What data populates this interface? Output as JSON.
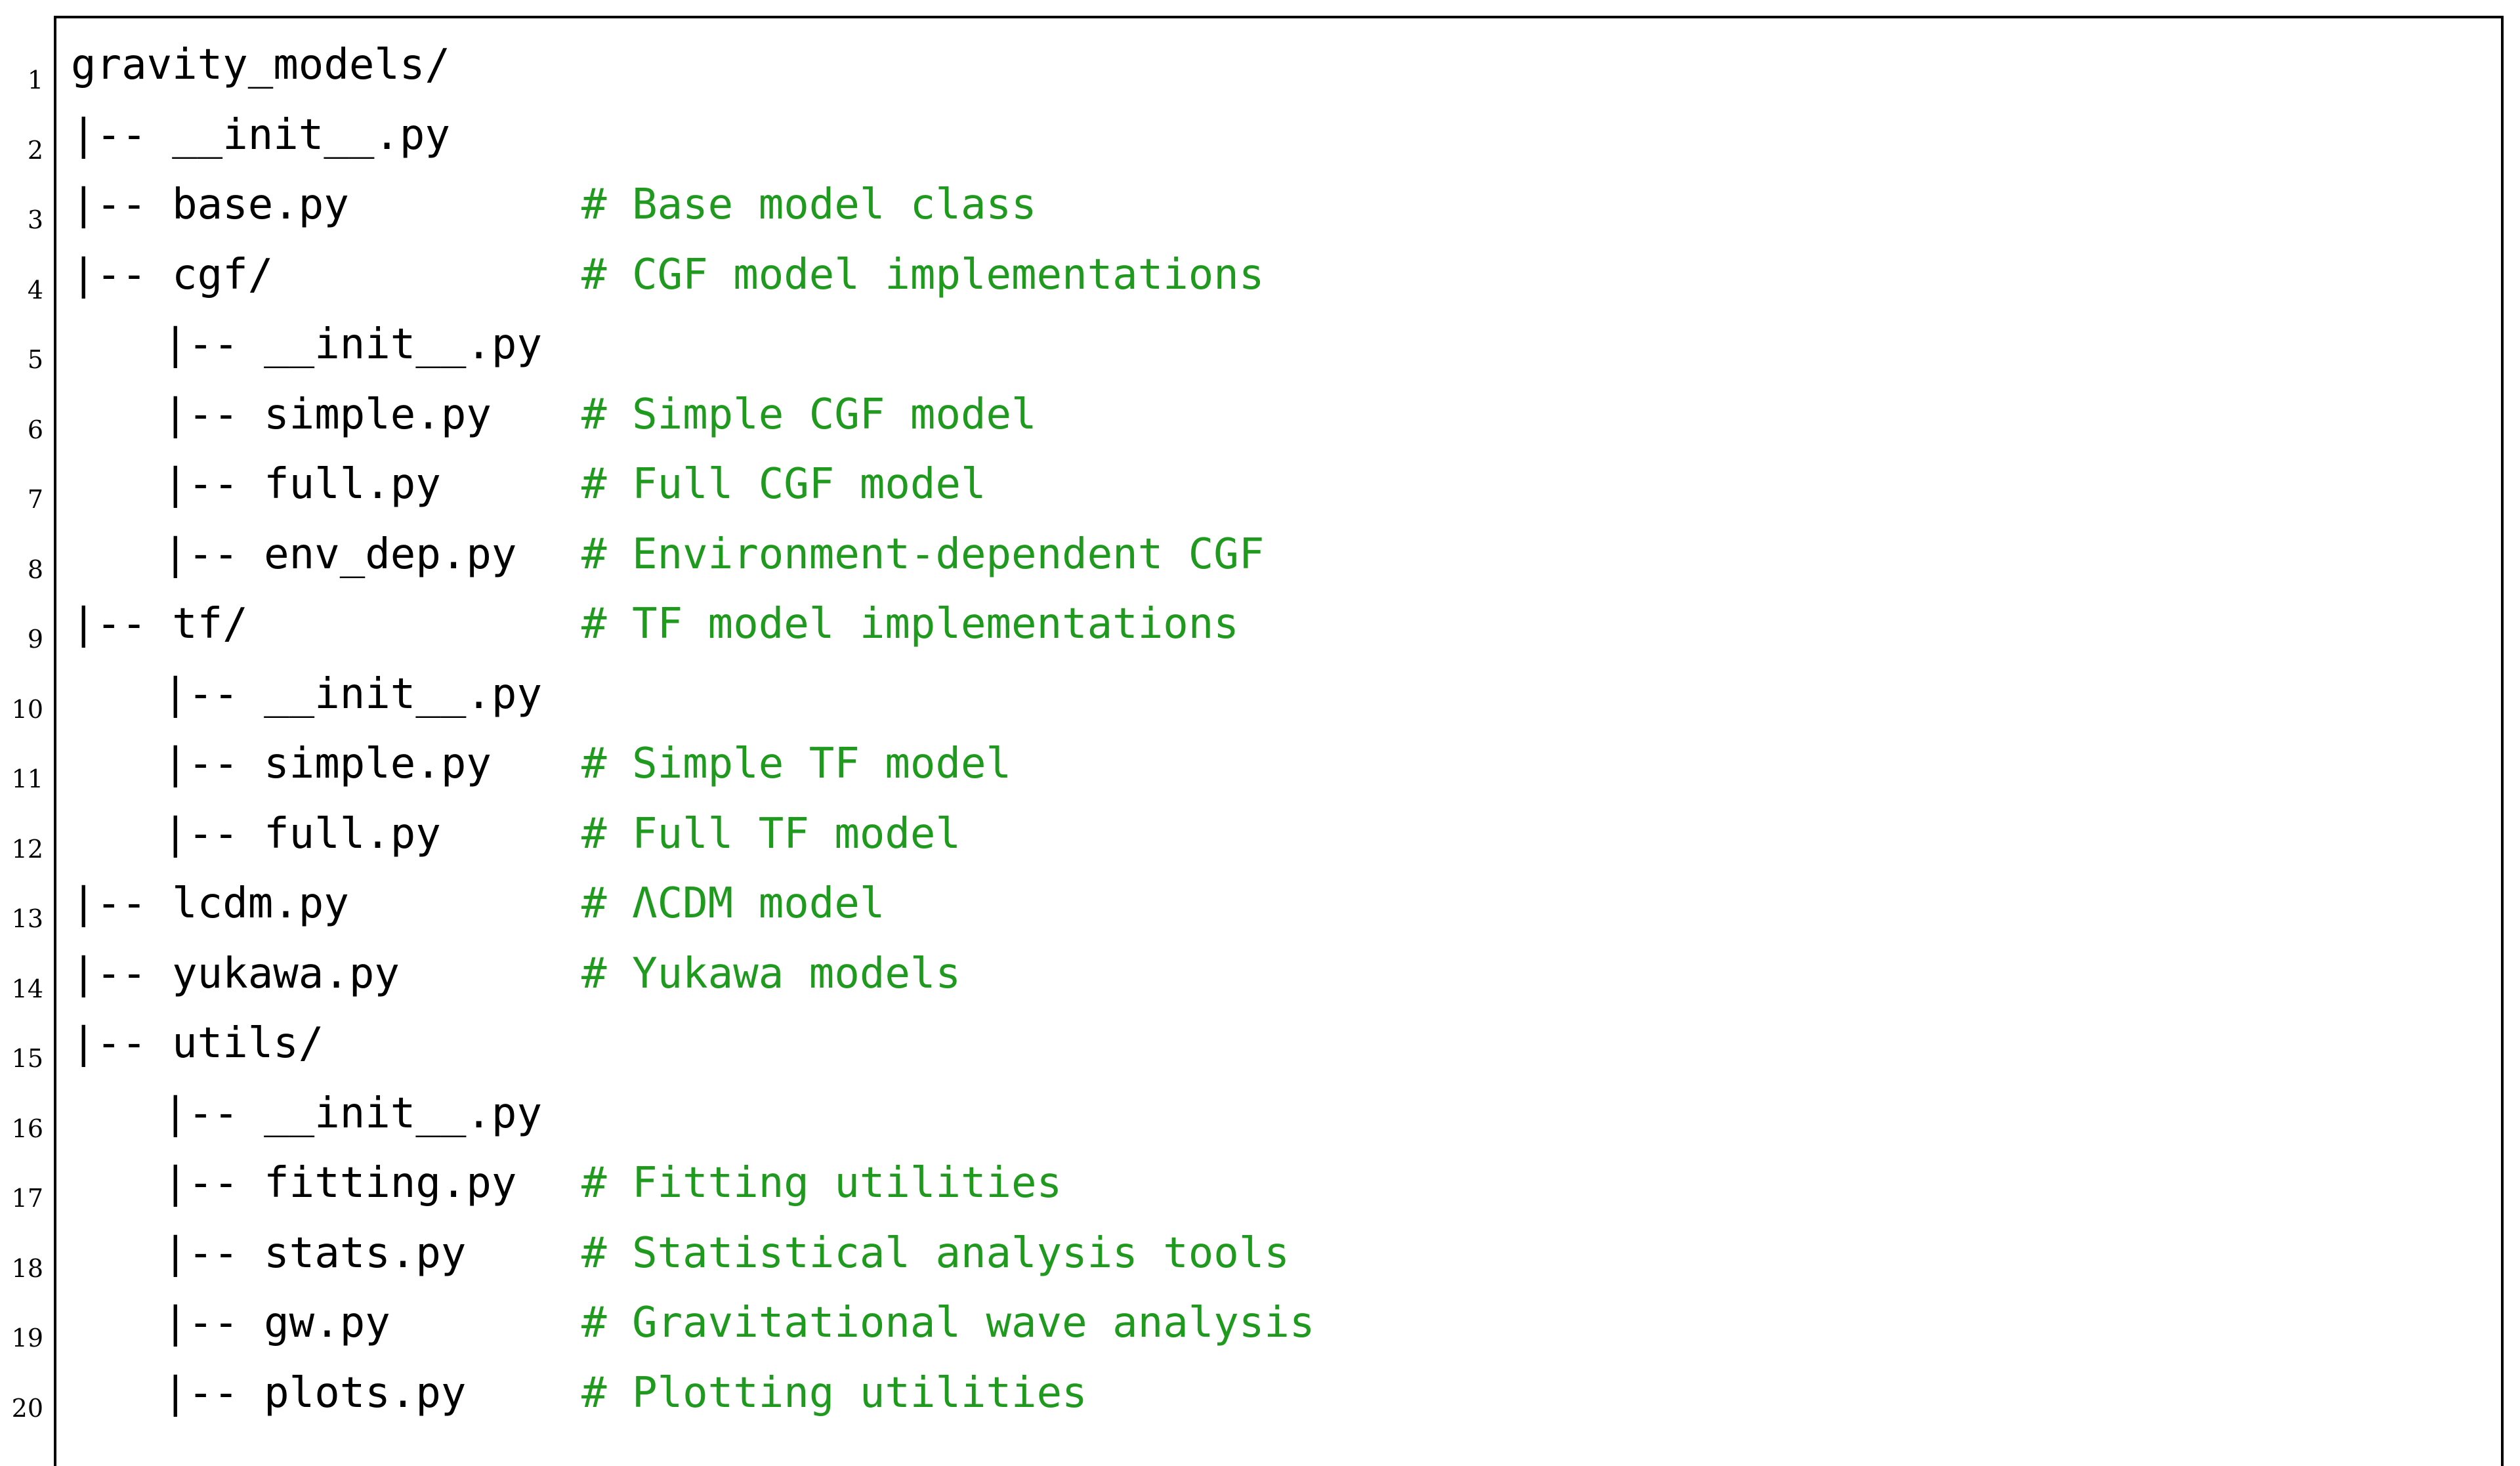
{
  "listing": {
    "lines": [
      {
        "num": "1",
        "code": "gravity_models/",
        "indent": 0,
        "comment": ""
      },
      {
        "num": "2",
        "code": "|-- __init__.py",
        "indent": 0,
        "comment": ""
      },
      {
        "num": "3",
        "code": "|-- base.py",
        "indent": 0,
        "comment": "# Base model class"
      },
      {
        "num": "4",
        "code": "|-- cgf/",
        "indent": 0,
        "comment": "# CGF model implementations"
      },
      {
        "num": "5",
        "code": "|-- __init__.py",
        "indent": 1,
        "comment": ""
      },
      {
        "num": "6",
        "code": "|-- simple.py",
        "indent": 1,
        "comment": "# Simple CGF model"
      },
      {
        "num": "7",
        "code": "|-- full.py",
        "indent": 1,
        "comment": "# Full CGF model"
      },
      {
        "num": "8",
        "code": "|-- env_dep.py",
        "indent": 1,
        "comment": "# Environment-dependent CGF"
      },
      {
        "num": "9",
        "code": "|-- tf/",
        "indent": 0,
        "comment": "# TF model implementations"
      },
      {
        "num": "10",
        "code": "|-- __init__.py",
        "indent": 1,
        "comment": ""
      },
      {
        "num": "11",
        "code": "|-- simple.py",
        "indent": 1,
        "comment": "# Simple TF model"
      },
      {
        "num": "12",
        "code": "|-- full.py",
        "indent": 1,
        "comment": "# Full TF model"
      },
      {
        "num": "13",
        "code": "|-- lcdm.py",
        "indent": 0,
        "comment": "# ΛCDM model"
      },
      {
        "num": "14",
        "code": "|-- yukawa.py",
        "indent": 0,
        "comment": "# Yukawa models"
      },
      {
        "num": "15",
        "code": "|-- utils/",
        "indent": 0,
        "comment": ""
      },
      {
        "num": "16",
        "code": "|-- __init__.py",
        "indent": 1,
        "comment": ""
      },
      {
        "num": "17",
        "code": "|-- fitting.py",
        "indent": 1,
        "comment": "# Fitting utilities"
      },
      {
        "num": "18",
        "code": "|-- stats.py",
        "indent": 1,
        "comment": "# Statistical analysis tools"
      },
      {
        "num": "19",
        "code": "|-- gw.py",
        "indent": 1,
        "comment": "# Gravitational wave analysis"
      },
      {
        "num": "20",
        "code": "|-- plots.py",
        "indent": 1,
        "comment": "# Plotting utilities"
      }
    ]
  },
  "colors": {
    "comment": "#1f9a1f",
    "code": "#000000"
  }
}
